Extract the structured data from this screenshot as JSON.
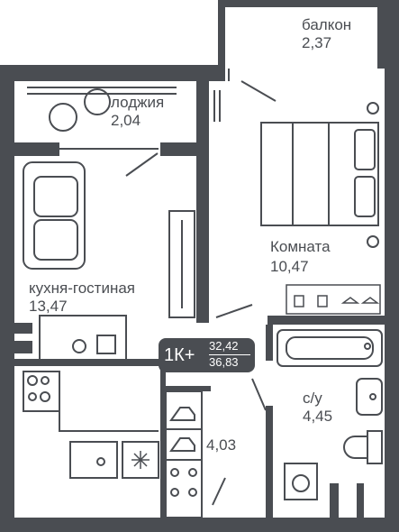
{
  "rooms": {
    "balcony": {
      "name": "балкон",
      "area": "2,37"
    },
    "loggia": {
      "name": "лоджия",
      "area": "2,04"
    },
    "room": {
      "name": "Комната",
      "area": "10,47"
    },
    "kitchen_living": {
      "name": "кухня-гостиная",
      "area": "13,47"
    },
    "bathroom": {
      "name": "с/у",
      "area": "4,45"
    },
    "hall": {
      "area": "4,03"
    }
  },
  "badge": {
    "type": "1К+",
    "living_area": "32,42",
    "total_area": "36,83"
  },
  "colors": {
    "wall": "#4a4d52",
    "furniture": "#4a4d52",
    "background": "#ffffff"
  },
  "icons": [
    "chair-icon",
    "bed-icon",
    "sofa-icon",
    "tv-icon",
    "table-icon",
    "stove-icon",
    "sink-icon",
    "fridge-icon",
    "bathtub-icon",
    "toilet-icon",
    "washing-machine-icon",
    "shoes-icon",
    "hanger-icon",
    "shirt-icon"
  ]
}
